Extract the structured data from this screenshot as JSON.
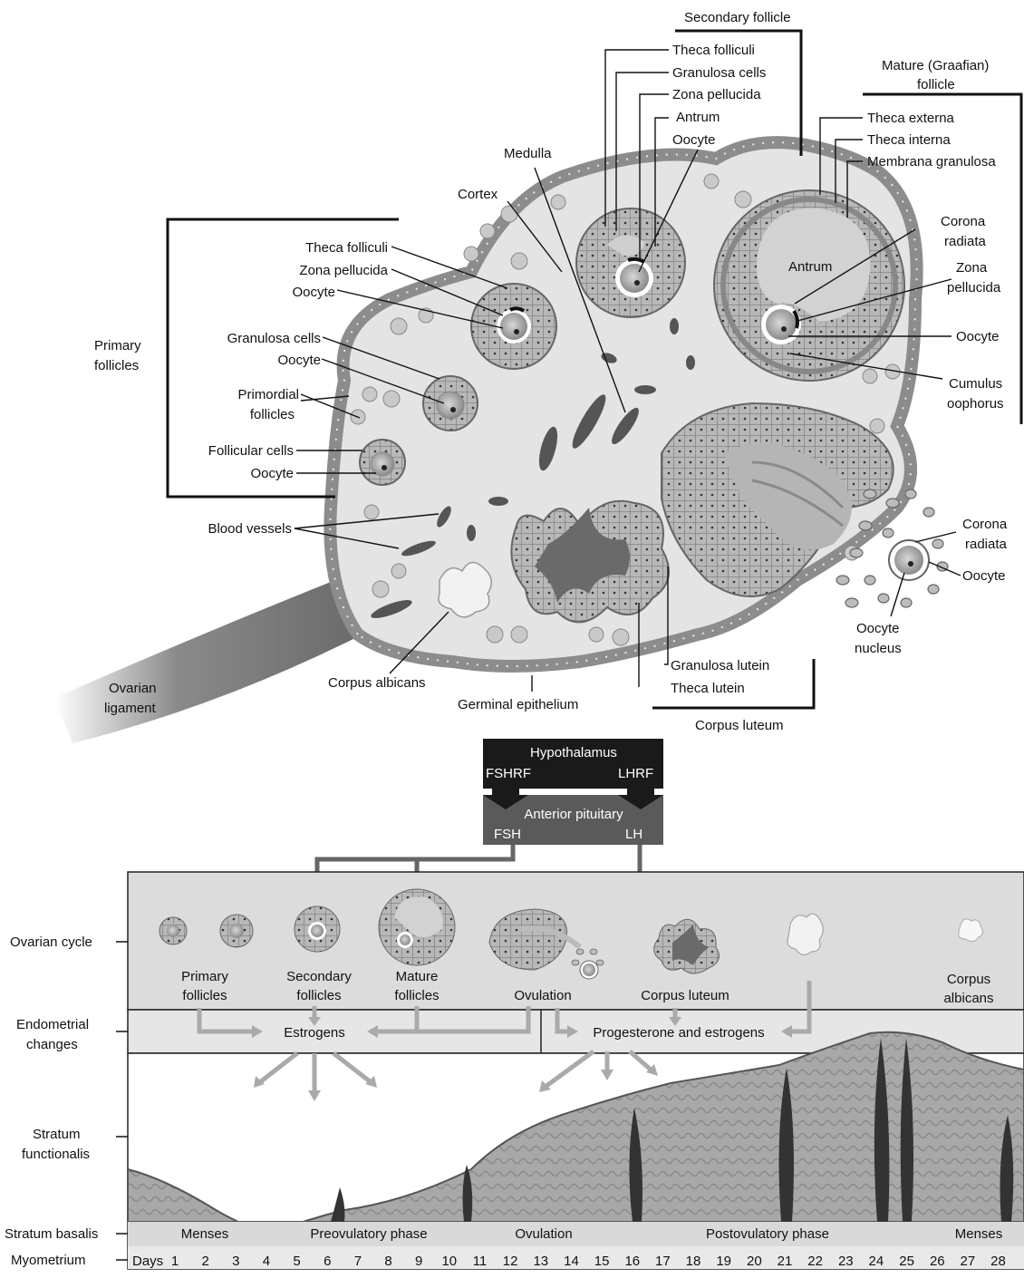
{
  "colors": {
    "ovary_fill": "#e3e3e3",
    "epithelium": "#9a9a9a",
    "hypothalamus_box": "#1a1a1a",
    "pituitary_box": "#5a5a5a",
    "panel_fill": "#dcdcdc",
    "tissue": "#a6a6a6",
    "grey_arrow": "#aaaaaa"
  },
  "ovary": {
    "labels": {
      "secondary_follicle": "Secondary follicle",
      "theca_folliculi_top": "Theca folliculi",
      "granulosa_cells_top": "Granulosa cells",
      "zona_pellucida_top": "Zona pellucida",
      "antrum_top": "Antrum",
      "oocyte_top": "Oocyte",
      "mature_follicle_1": "Mature (Graafian)",
      "mature_follicle_2": "follicle",
      "theca_externa": "Theca externa",
      "theca_interna": "Theca interna",
      "membrana_granulosa": "Membrana granulosa",
      "corona_radiata_1_a": "Corona",
      "corona_radiata_1_b": "radiata",
      "antrum_inside": "Antrum",
      "zona_pellucida_right_a": "Zona",
      "zona_pellucida_right_b": "pellucida",
      "oocyte_right": "Oocyte",
      "cumulus_a": "Cumulus",
      "cumulus_b": "oophorus",
      "medulla": "Medulla",
      "cortex": "Cortex",
      "primary_follicles_a": "Primary",
      "primary_follicles_b": "follicles",
      "theca_folliculi_left": "Theca folliculi",
      "zona_pellucida_left": "Zona pellucida",
      "oocyte_left_1": "Oocyte",
      "granulosa_cells_left": "Granulosa cells",
      "oocyte_left_2": "Oocyte",
      "primordial_a": "Primordial",
      "primordial_b": "follicles",
      "follicular_cells": "Follicular cells",
      "oocyte_left_3": "Oocyte",
      "blood_vessels": "Blood vessels",
      "corona_radiata_2_a": "Corona",
      "corona_radiata_2_b": "radiata",
      "oocyte_ovulated": "Oocyte",
      "oocyte_nucleus_a": "Oocyte",
      "oocyte_nucleus_b": "nucleus",
      "ovarian_ligament_a": "Ovarian",
      "ovarian_ligament_b": "ligament",
      "corpus_albicans": "Corpus albicans",
      "germinal_epithelium": "Germinal epithelium",
      "granulosa_lutein": "Granulosa lutein",
      "theca_lutein": "Theca lutein",
      "corpus_luteum": "Corpus luteum"
    }
  },
  "hormones": {
    "hypothalamus": "Hypothalamus",
    "fshrf": "FSHRF",
    "lhrf": "LHRF",
    "anterior_pituitary": "Anterior pituitary",
    "fsh": "FSH",
    "lh": "LH"
  },
  "cycle": {
    "row_labels": {
      "ovarian_cycle": "Ovarian cycle",
      "endometrial_a": "Endometrial",
      "endometrial_b": "changes",
      "stratum_functionalis_a": "Stratum",
      "stratum_functionalis_b": "functionalis",
      "stratum_basalis": "Stratum basalis",
      "myometrium": "Myometrium"
    },
    "stages": {
      "primary_a": "Primary",
      "primary_b": "follicles",
      "secondary_a": "Secondary",
      "secondary_b": "follicles",
      "mature_a": "Mature",
      "mature_b": "follicles",
      "ovulation": "Ovulation",
      "corpus_luteum": "Corpus luteum",
      "corpus_albicans_a": "Corpus",
      "corpus_albicans_b": "albicans"
    },
    "hormone_labels": {
      "estrogens": "Estrogens",
      "progesterone": "Progesterone and estrogens"
    },
    "phases": {
      "menses_1": "Menses",
      "preovulatory": "Preovulatory phase",
      "ovulation": "Ovulation",
      "postovulatory": "Postovulatory phase",
      "menses_2": "Menses"
    },
    "days_label": "Days",
    "days": [
      "1",
      "2",
      "3",
      "4",
      "5",
      "6",
      "7",
      "8",
      "9",
      "10",
      "11",
      "12",
      "13",
      "14",
      "15",
      "16",
      "17",
      "18",
      "19",
      "20",
      "21",
      "22",
      "23",
      "24",
      "25",
      "26",
      "27",
      "28"
    ]
  }
}
